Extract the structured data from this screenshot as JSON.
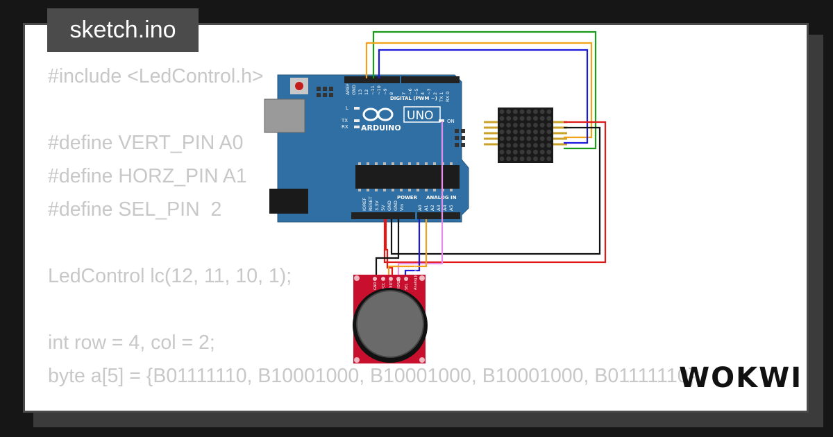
{
  "project": {
    "filename": "sketch.ino"
  },
  "code": {
    "lines": [
      "#include <LedControl.h>",
      "",
      "#define VERT_PIN A0",
      "#define HORZ_PIN A1",
      "#define SEL_PIN  2",
      "",
      "LedControl lc(12, 11, 10, 1);",
      "",
      "int row = 4, col = 2;",
      "byte a[5] = {B01111110, B10001000, B10001000, B10001000, B01111110};"
    ]
  },
  "board": {
    "brand": "ARDUINO",
    "model": "UNO",
    "digital_header": "DIGITAL (PWM ~)",
    "on_label": "ON",
    "l_label": "L",
    "tx_label": "TX",
    "rx_label": "RX",
    "power_label": "POWER",
    "analog_label": "ANALOG IN",
    "top_pins": [
      "AREF",
      "GND",
      "13",
      "12",
      "~11",
      "~10",
      "~9",
      "8",
      "7",
      "~6",
      "~5",
      "4",
      "~3",
      "2",
      "TX 1",
      "RX 0"
    ],
    "bottom_pins": [
      "IOREF",
      "RESET",
      "3.3V",
      "5V",
      "GND",
      "GND",
      "Vin",
      "A0",
      "A1",
      "A2",
      "A3",
      "A4",
      "A5"
    ]
  },
  "joystick": {
    "pins": [
      "GND",
      "VCC",
      "VERT",
      "HORZ",
      "SEL"
    ],
    "label": "Analog Joystick"
  },
  "branding": {
    "logo": "WOKWI"
  },
  "colors": {
    "board": "#2f6fa3",
    "wire_green": "#1a9a1a",
    "wire_orange": "#f2a21a",
    "wire_blue": "#1a1ad8",
    "wire_red": "#e01818",
    "wire_black": "#111111",
    "wire_pink": "#e68fe6",
    "joystick_pcb": "#c8102e"
  }
}
